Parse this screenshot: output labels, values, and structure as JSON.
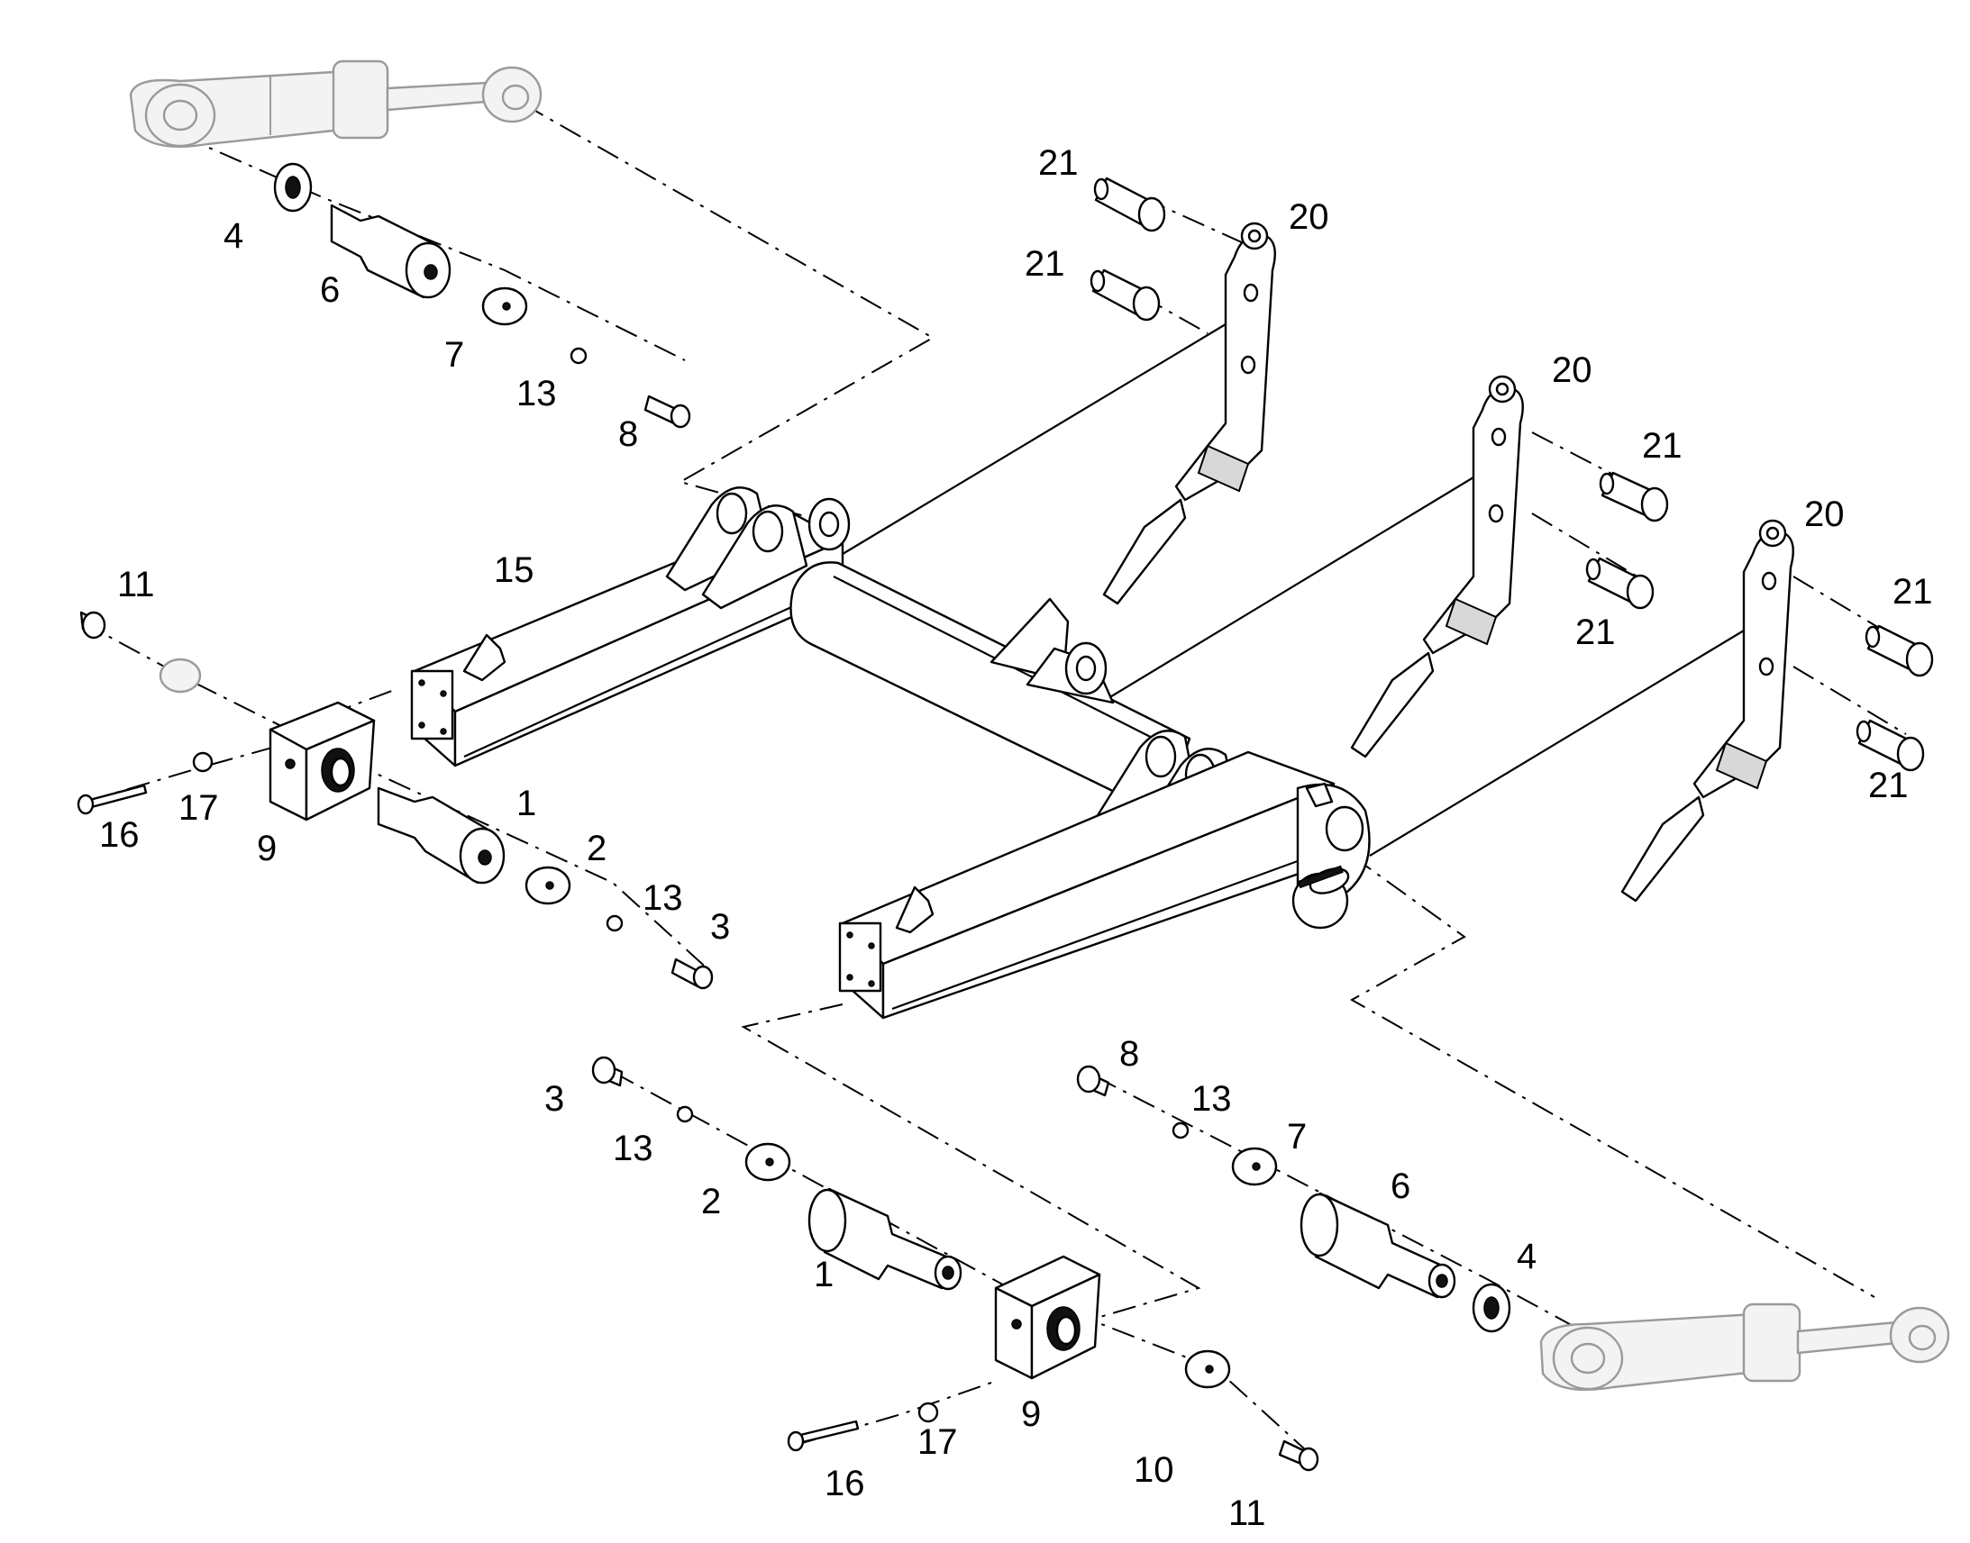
{
  "callouts": {
    "c1a": "1",
    "c1b": "1",
    "c2a": "2",
    "c2b": "2",
    "c3a": "3",
    "c3b": "3",
    "c4a": "4",
    "c4b": "4",
    "c6a": "6",
    "c6b": "6",
    "c7a": "7",
    "c7b": "7",
    "c8a": "8",
    "c8b": "8",
    "c9a": "9",
    "c9b": "9",
    "c10": "10",
    "c11a": "11",
    "c11b": "11",
    "c13a": "13",
    "c13b": "13",
    "c13c": "13",
    "c13d": "13",
    "c15": "15",
    "c16a": "16",
    "c16b": "16",
    "c17a": "17",
    "c17b": "17",
    "c20a": "20",
    "c20b": "20",
    "c20c": "20",
    "c21a": "21",
    "c21b": "21",
    "c21c": "21",
    "c21d": "21",
    "c21e": "21",
    "c21f": "21"
  },
  "colors": {
    "line": "#000000",
    "ghost_part": "#9a9a9a",
    "background": "#ffffff"
  }
}
